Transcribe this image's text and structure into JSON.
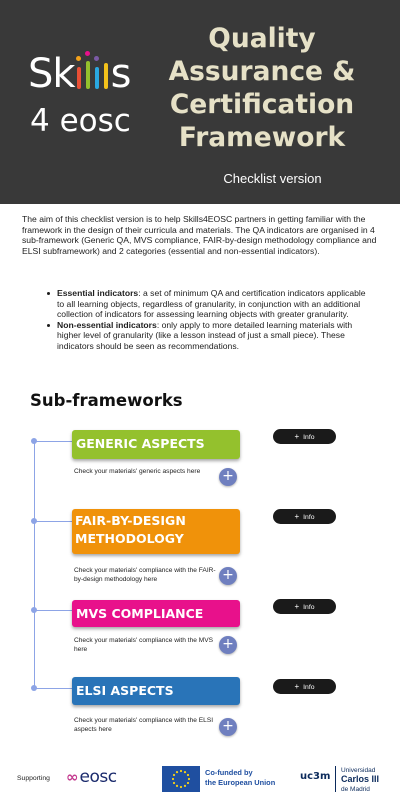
{
  "header": {
    "logo_top": "Sk ls",
    "logo_bottom": "4 eosc",
    "title": "Quality Assurance & Certification Framework",
    "subtitle": "Checklist version"
  },
  "intro": {
    "text": "The aim of this checklist version is to help Skills4EOSC partners in getting familiar with the framework in the design of their curricula and materials. The QA indicators are organised in 4 sub-framework (Generic QA, MVS compliance, FAIR-by-design methodology compliance and ELSI subframework) and 2 categories (essential and non-essential indicators)."
  },
  "indicators": [
    {
      "label": "Essential indicators",
      "text": ": a set of minimum QA and certification indicators applicable to all learning objects, regardless of granularity, in conjunction with an additional collection of indicators for assessing learning objects with greater granularity."
    },
    {
      "label": "Non-essential indicators",
      "text": ":  only apply to more detailed learning materials with higher level of granularity (like a lesson instead of just a small piece). These indicators should be seen as recommendations."
    }
  ],
  "subframeworks": {
    "title": "Sub-frameworks",
    "items": [
      {
        "title": "GENERIC ASPECTS",
        "description": "Check your materials' generic aspects here",
        "info_label": "Info",
        "color": "#94c12d"
      },
      {
        "title": "FAIR-BY-DESIGN METHODOLOGY",
        "description": "Check your materials' compliance with the FAIR-by-design methodology here",
        "info_label": "Info",
        "color": "#f0920a"
      },
      {
        "title": "MVS COMPLIANCE",
        "description": "Check your materials' compliance with the MVS here",
        "info_label": "Info",
        "color": "#e8118b"
      },
      {
        "title": "ELSI ASPECTS",
        "description": "Check your materials' compliance with the ELSI aspects  here",
        "info_label": "Info",
        "color": "#2974b8"
      }
    ]
  },
  "footer": {
    "supporting": "Supporting",
    "eosc": "eosc",
    "eu_line1": "Co-funded by",
    "eu_line2": "the European Union",
    "uc3m": "uc3m",
    "uni_line1": "Universidad",
    "uni_line2": "Carlos III",
    "uni_line3": "de Madrid"
  },
  "colors": {
    "header_bg": "#393939",
    "title": "#e6e1c7",
    "plus_button": "#6f7fbf",
    "info_button": "#1a1a1a",
    "connector": "#8da4e6"
  }
}
